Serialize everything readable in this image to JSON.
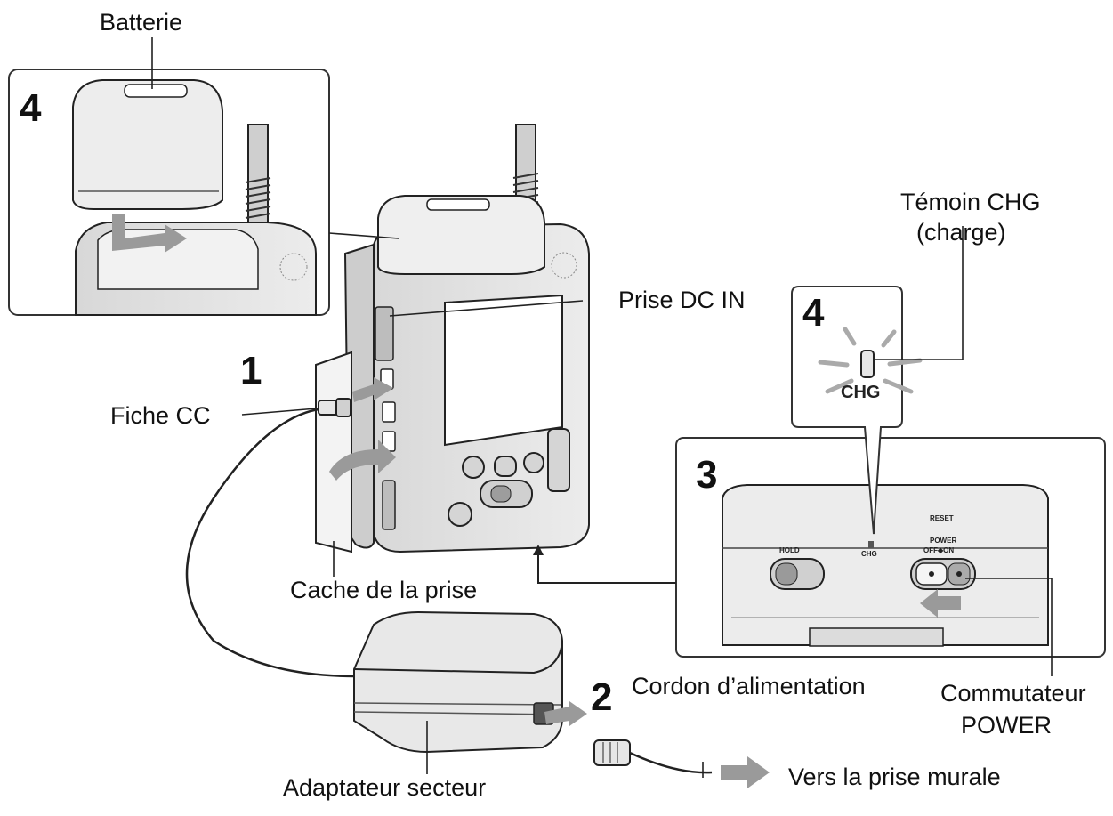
{
  "labels": {
    "batterie": "Batterie",
    "temoin_chg_line1": "Témoin CHG",
    "temoin_chg_line2": "(charge)",
    "prise_dc_in": "Prise DC IN",
    "fiche_cc": "Fiche CC",
    "cache_prise": "Cache de la prise",
    "cordon": "Cordon d’alimentation",
    "commutateur_line1": "Commutateur",
    "commutateur_line2": "POWER",
    "adaptateur": "Adaptateur secteur",
    "vers_prise": "Vers la prise murale"
  },
  "steps": {
    "step1": "1",
    "step2": "2",
    "step3": "3",
    "step4_battery": "4",
    "step4_chg": "4"
  },
  "device_markings": {
    "chg": "CHG",
    "chg_small": "CHG",
    "reset": "RESET",
    "power": "POWER",
    "off_on": "OFF◆ON",
    "hold": "HOLD"
  },
  "colors": {
    "line": "#1a1a1a",
    "body_fill": "#e6e6e6",
    "body_dark": "#c9c9c9",
    "arrow_fill": "#9a9a9a",
    "panel_border": "#333333"
  }
}
